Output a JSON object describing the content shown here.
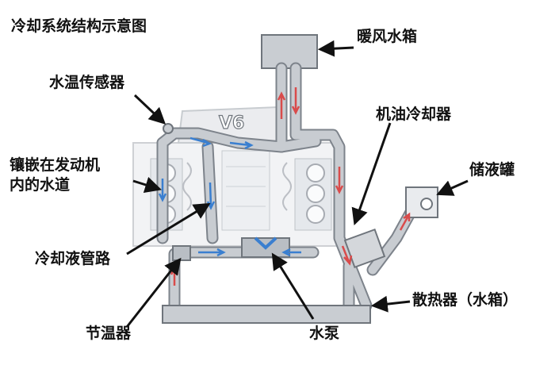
{
  "title": "冷却系统结构示意图",
  "engine_badge": "V6",
  "labels": {
    "heater_core": "暖风水箱",
    "temp_sensor": "水温传感器",
    "oil_cooler": "机油冷却器",
    "embedded_channel_line1": "镶嵌在发动机",
    "embedded_channel_line2": "内的水道",
    "reservoir": "储液罐",
    "coolant_pipe": "冷却液管路",
    "radiator": "散热器（水箱）",
    "thermostat": "节温器",
    "water_pump": "水泵"
  },
  "colors": {
    "pipe": "#c8ccd1",
    "pipe_edge": "#8a8f96",
    "hot_flow": "#d94b4b",
    "cold_flow": "#3a7fd0",
    "pointer": "#111111"
  }
}
